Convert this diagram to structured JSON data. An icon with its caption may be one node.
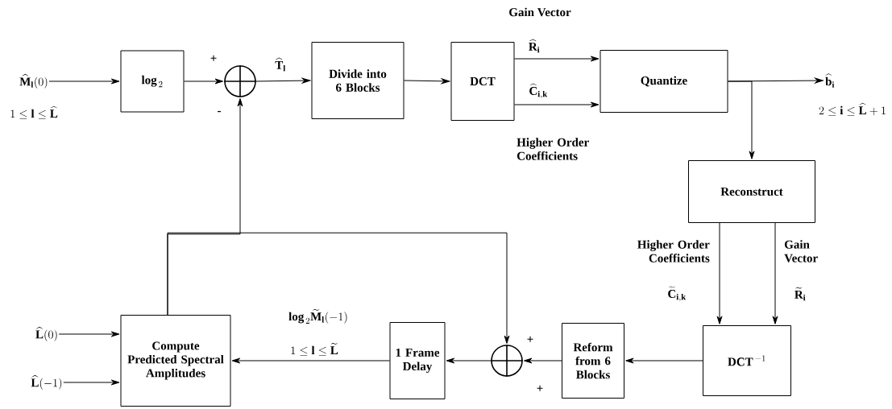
{
  "diagram": {
    "nodes": [
      {
        "text": [
          "\\widehat{\\mathbf{M}}_{\\mathbf{l}}(0)"
        ],
        "beside": [
          "1\\leq \\mathbf{l}\\leq \\widehat{\\mathbf{L}}"
        ]
      },
      {
        "text": [
          "\\mathbf{log}_{\\,2}"
        ]
      },
      {
        "text": [],
        "shape": "circle"
      },
      {
        "text": [
          "Divide into 6 Blocks"
        ]
      },
      {
        "text": [
          "DCT"
        ]
      },
      {
        "text": [
          "Quantize"
        ]
      },
      {
        "text": [
          "\\widehat{\\mathbf{b}}_{\\mathbf{i}}"
        ],
        "beside": [
          "2\\leq \\mathbf{i}\\leq \\widehat{\\mathbf{L}}+1"
        ]
      },
      {
        "text": [
          "Reconstruct"
        ]
      },
      {
        "text": [
          "\\mathbf{DCT}^{\\,-1}"
        ]
      },
      {
        "text": [
          "Reform from 6 Blocks"
        ]
      },
      {
        "text": [],
        "shape": "circle"
      },
      {
        "text": [
          "1 Frame Delay"
        ]
      },
      {
        "text": [
          "Compute Predicted Spectral Amplitudes"
        ]
      },
      {
        "text": [
          "\\widehat{\\mathbf{L}}(0)"
        ]
      },
      {
        "text": [
          "\\widehat{\\mathbf{L}}(-1)"
        ]
      }
    ],
    "edges": [
      {
        "from": 0,
        "to": 1,
        "arrow": "to"
      },
      {
        "from": 1,
        "to": 2,
        "arrow": "to"
      },
      {
        "from": 2,
        "to": 3,
        "arrow": "to",
        "label": "\\widehat{\\mathbf{T}}_{\\mathbf{l}}"
      },
      {
        "from": 3,
        "to": 4,
        "arrow": "to"
      },
      {
        "from": 4,
        "to": 5,
        "arrow": "to",
        "label": "\\widehat{\\mathbf{R}}_{\\mathbf{i}}"
      },
      {
        "from": 4,
        "to": 5,
        "arrow": "to",
        "label": "\\widehat{\\mathbf{C}}_{\\mathbf{i,k}}"
      },
      {
        "from": 5,
        "to": 6,
        "arrow": "to"
      },
      {
        "from": 5,
        "to": 7,
        "arrow": "to"
      },
      {
        "from": 7,
        "to": 8,
        "arrow": "to",
        "label": "\\widetilde{\\mathbf{C}}_{\\mathbf{i,k}}"
      },
      {
        "from": 7,
        "to": 8,
        "arrow": "to",
        "label": "\\widetilde{\\mathbf{R}}_{\\mathbf{i}}"
      },
      {
        "from": 8,
        "to": 9,
        "arrow": "to"
      },
      {
        "from": 9,
        "to": 10,
        "arrow": "to"
      },
      {
        "from": 10,
        "to": 11,
        "arrow": "to"
      },
      {
        "from": 11,
        "to": 12,
        "arrow": "to",
        "label": "\\mathbf{log}_{\\,2}\\widetilde{\\mathbf{M}}_{\\mathbf{l}}(-1)"
      },
      {
        "from": 12,
        "to": 2,
        "arrow": "to"
      },
      {
        "from": 12,
        "to": 10,
        "arrow": "to"
      },
      {
        "from": 13,
        "to": 12,
        "arrow": "to"
      },
      {
        "from": 14,
        "to": 12,
        "arrow": "to"
      }
    ],
    "labels": [
      "+",
      "-",
      "Gain Vector",
      "Higher Order Coefficients",
      "Higher Order Coefficients",
      "Gain Vector",
      "1\\leq \\mathbf{l}\\leq \\widetilde{\\mathbf{L}}",
      "+",
      "+"
    ]
  }
}
